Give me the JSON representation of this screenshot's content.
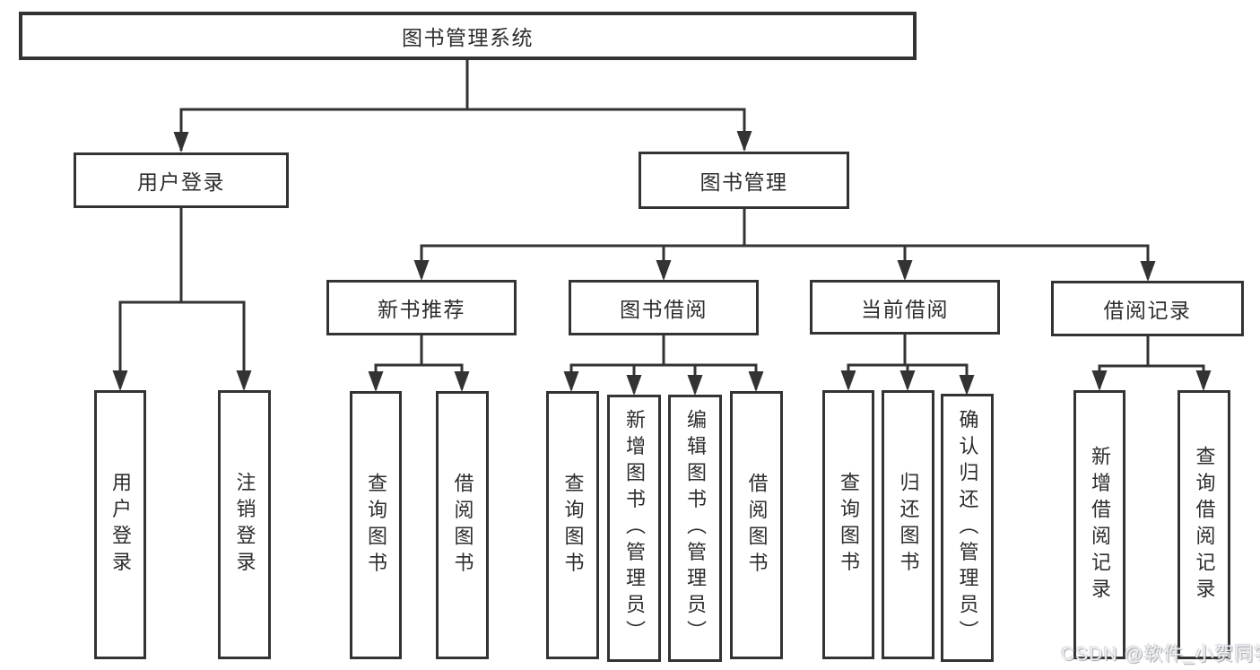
{
  "colors": {
    "line": "#333333",
    "text": "#2d2d2d",
    "box_fill": "#ffffff",
    "background": "#ffffff",
    "watermark_text": "#f0f1f4"
  },
  "watermark": {
    "text": "CSDN @软件_小贺同学"
  },
  "diagram": {
    "root": {
      "label": "图书管理系统",
      "children": [
        {
          "label": "用户登录",
          "children": [
            {
              "label": "用户登录"
            },
            {
              "label": "注销登录"
            }
          ]
        },
        {
          "label": "图书管理",
          "children": [
            {
              "label": "新书推荐",
              "children": [
                {
                  "label": "查询图书"
                },
                {
                  "label": "借阅图书"
                }
              ]
            },
            {
              "label": "图书借阅",
              "children": [
                {
                  "label": "查询图书"
                },
                {
                  "label": "新增图书（管理员）"
                },
                {
                  "label": "编辑图书（管理员）"
                },
                {
                  "label": "借阅图书"
                }
              ]
            },
            {
              "label": "当前借阅",
              "children": [
                {
                  "label": "查询图书"
                },
                {
                  "label": "归还图书"
                },
                {
                  "label": "确认归还（管理员）"
                }
              ]
            },
            {
              "label": "借阅记录",
              "children": [
                {
                  "label": "新增借阅记录"
                },
                {
                  "label": "查询借阅记录"
                }
              ]
            }
          ]
        }
      ]
    }
  }
}
